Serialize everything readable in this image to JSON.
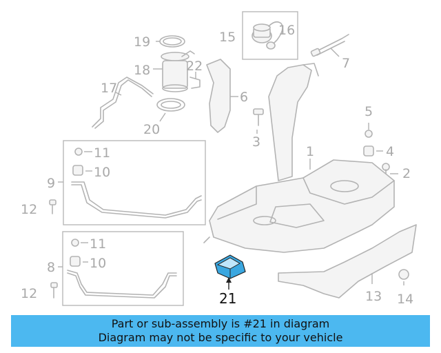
{
  "diagram": {
    "callouts": {
      "c1": "1",
      "c2": "2",
      "c3": "3",
      "c4": "4",
      "c5": "5",
      "c6": "6",
      "c7": "7",
      "c8": "8",
      "c9": "9",
      "c10a": "10",
      "c10b": "10",
      "c11a": "11",
      "c11b": "11",
      "c12a": "12",
      "c12b": "12",
      "c13": "13",
      "c14": "14",
      "c15": "15",
      "c16": "16",
      "c17": "17",
      "c18": "18",
      "c19": "19",
      "c20": "20",
      "c21": "21",
      "c22": "22"
    },
    "highlight_color": "#3aa7e0"
  },
  "banner": {
    "line1": "Part or sub-assembly is #21 in diagram",
    "line2": "Diagram may not be specific to your vehicle",
    "color": "#4cb8f0"
  }
}
